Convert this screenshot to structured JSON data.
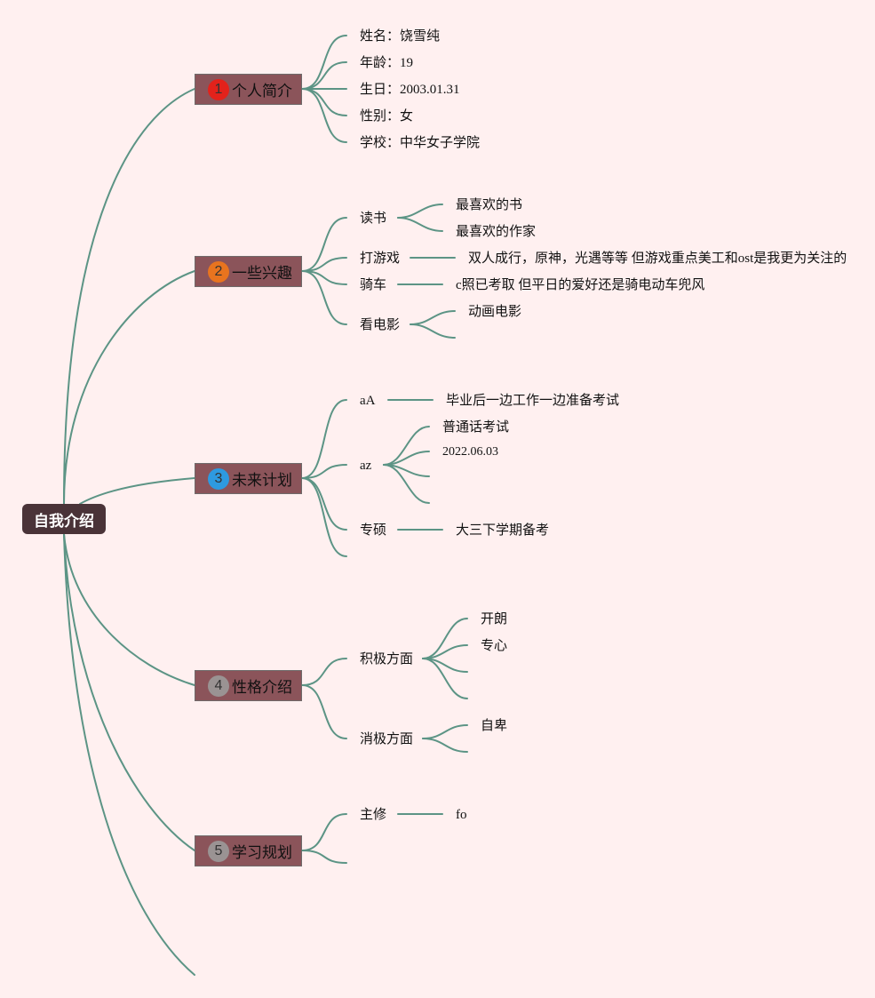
{
  "root": {
    "label": "自我介绍"
  },
  "branches": [
    {
      "num": "1",
      "label": "个人简介",
      "badge_color": "#e3221b"
    },
    {
      "num": "2",
      "label": "一些兴趣",
      "badge_color": "#e8741f"
    },
    {
      "num": "3",
      "label": "未来计划",
      "badge_color": "#2e9ae0"
    },
    {
      "num": "4",
      "label": "性格介绍",
      "badge_color": "#9a9393"
    },
    {
      "num": "5",
      "label": "学习规划",
      "badge_color": "#9a9393"
    }
  ],
  "profile": {
    "name": "姓名：饶雪纯",
    "age": "年龄：19",
    "birthday": "生日：2003.01.31",
    "gender": "性别：女",
    "school": "学校：中华女子学院"
  },
  "interests": {
    "reading": {
      "label": "读书",
      "fav_book": "最喜欢的书",
      "fav_author": "最喜欢的作家"
    },
    "gaming": {
      "label": "打游戏",
      "detail": "双人成行，原神，光遇等等 但游戏重点美工和ost是我更为关注的"
    },
    "cycling": {
      "label": "骑车",
      "detail": "c照已考取 但平日的爱好还是骑电动车兜风"
    },
    "movies": {
      "label": "看电影",
      "detail": "动画电影"
    }
  },
  "plans": {
    "aA": {
      "label": "aA",
      "detail": "毕业后一边工作一边准备考试"
    },
    "az": {
      "label": "az",
      "exam": "普通话考试",
      "date": "2022.06.03"
    },
    "master": {
      "label": "专硕",
      "detail": "大三下学期备考"
    }
  },
  "personality": {
    "positive": {
      "label": "积极方面",
      "items": [
        "开朗",
        "专心"
      ]
    },
    "negative": {
      "label": "消极方面",
      "items": [
        "自卑"
      ]
    }
  },
  "study": {
    "major": {
      "label": "主修",
      "detail": "fo"
    }
  },
  "colors": {
    "line": "#5c9485",
    "background": "#fff0f0",
    "root_fill": "#4a3338",
    "branch_fill": "#8b545a"
  }
}
